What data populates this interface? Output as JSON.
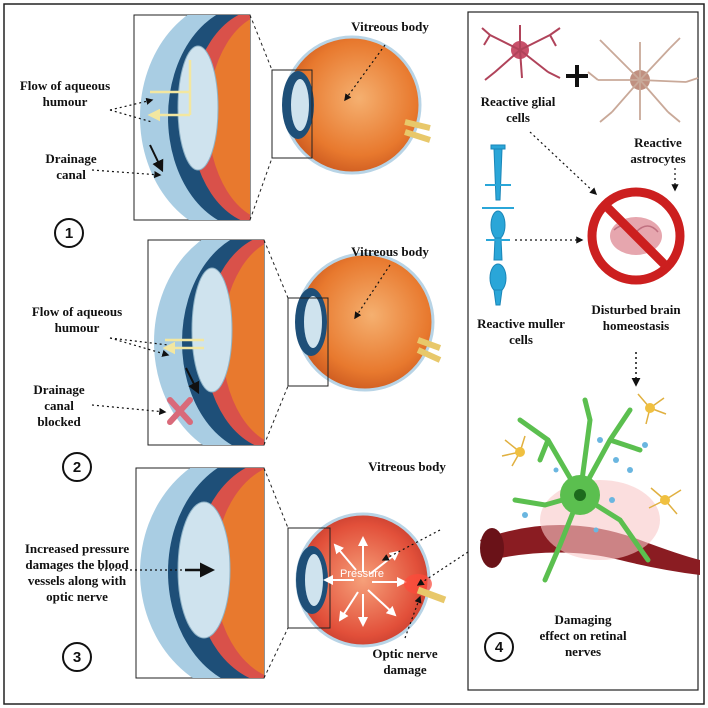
{
  "panel1": {
    "vitreous": "Vitreous body",
    "flow": "Flow of aqueous\nhumour",
    "drainage": "Drainage\ncanal",
    "number": "1"
  },
  "panel2": {
    "vitreous": "Vitreous body",
    "flow": "Flow of aqueous\nhumour",
    "drainage": "Drainage\ncanal\nblocked",
    "number": "2"
  },
  "panel3": {
    "vitreous": "Vitreous body",
    "pressure_note": "Increased pressure\ndamages the blood\nvessels along with\noptic nerve",
    "pressure_word": "Pressure",
    "optic": "Optic nerve\ndamage",
    "number": "3"
  },
  "panel4": {
    "glial": "Reactive glial\ncells",
    "plus": "+",
    "astro": "Reactive\nastrocytes",
    "muller": "Reactive muller\ncells",
    "brain": "Disturbed brain\nhomeostasis",
    "damage": "Damaging\neffect on retinal\nnerves",
    "number": "4"
  },
  "colors": {
    "cornea": "#a9cde3",
    "iris": "#1e4f78",
    "sclera_red": "#d9514a",
    "retina_orange": "#e8792e",
    "lens": "#cfe3ee",
    "flow_arrow": "#f3e7a0",
    "blocked_x": "#d96a7a",
    "no_sign": "#cc1f1f",
    "neuron_green": "#5bbf4f",
    "muller_blue": "#2aa6d8"
  }
}
